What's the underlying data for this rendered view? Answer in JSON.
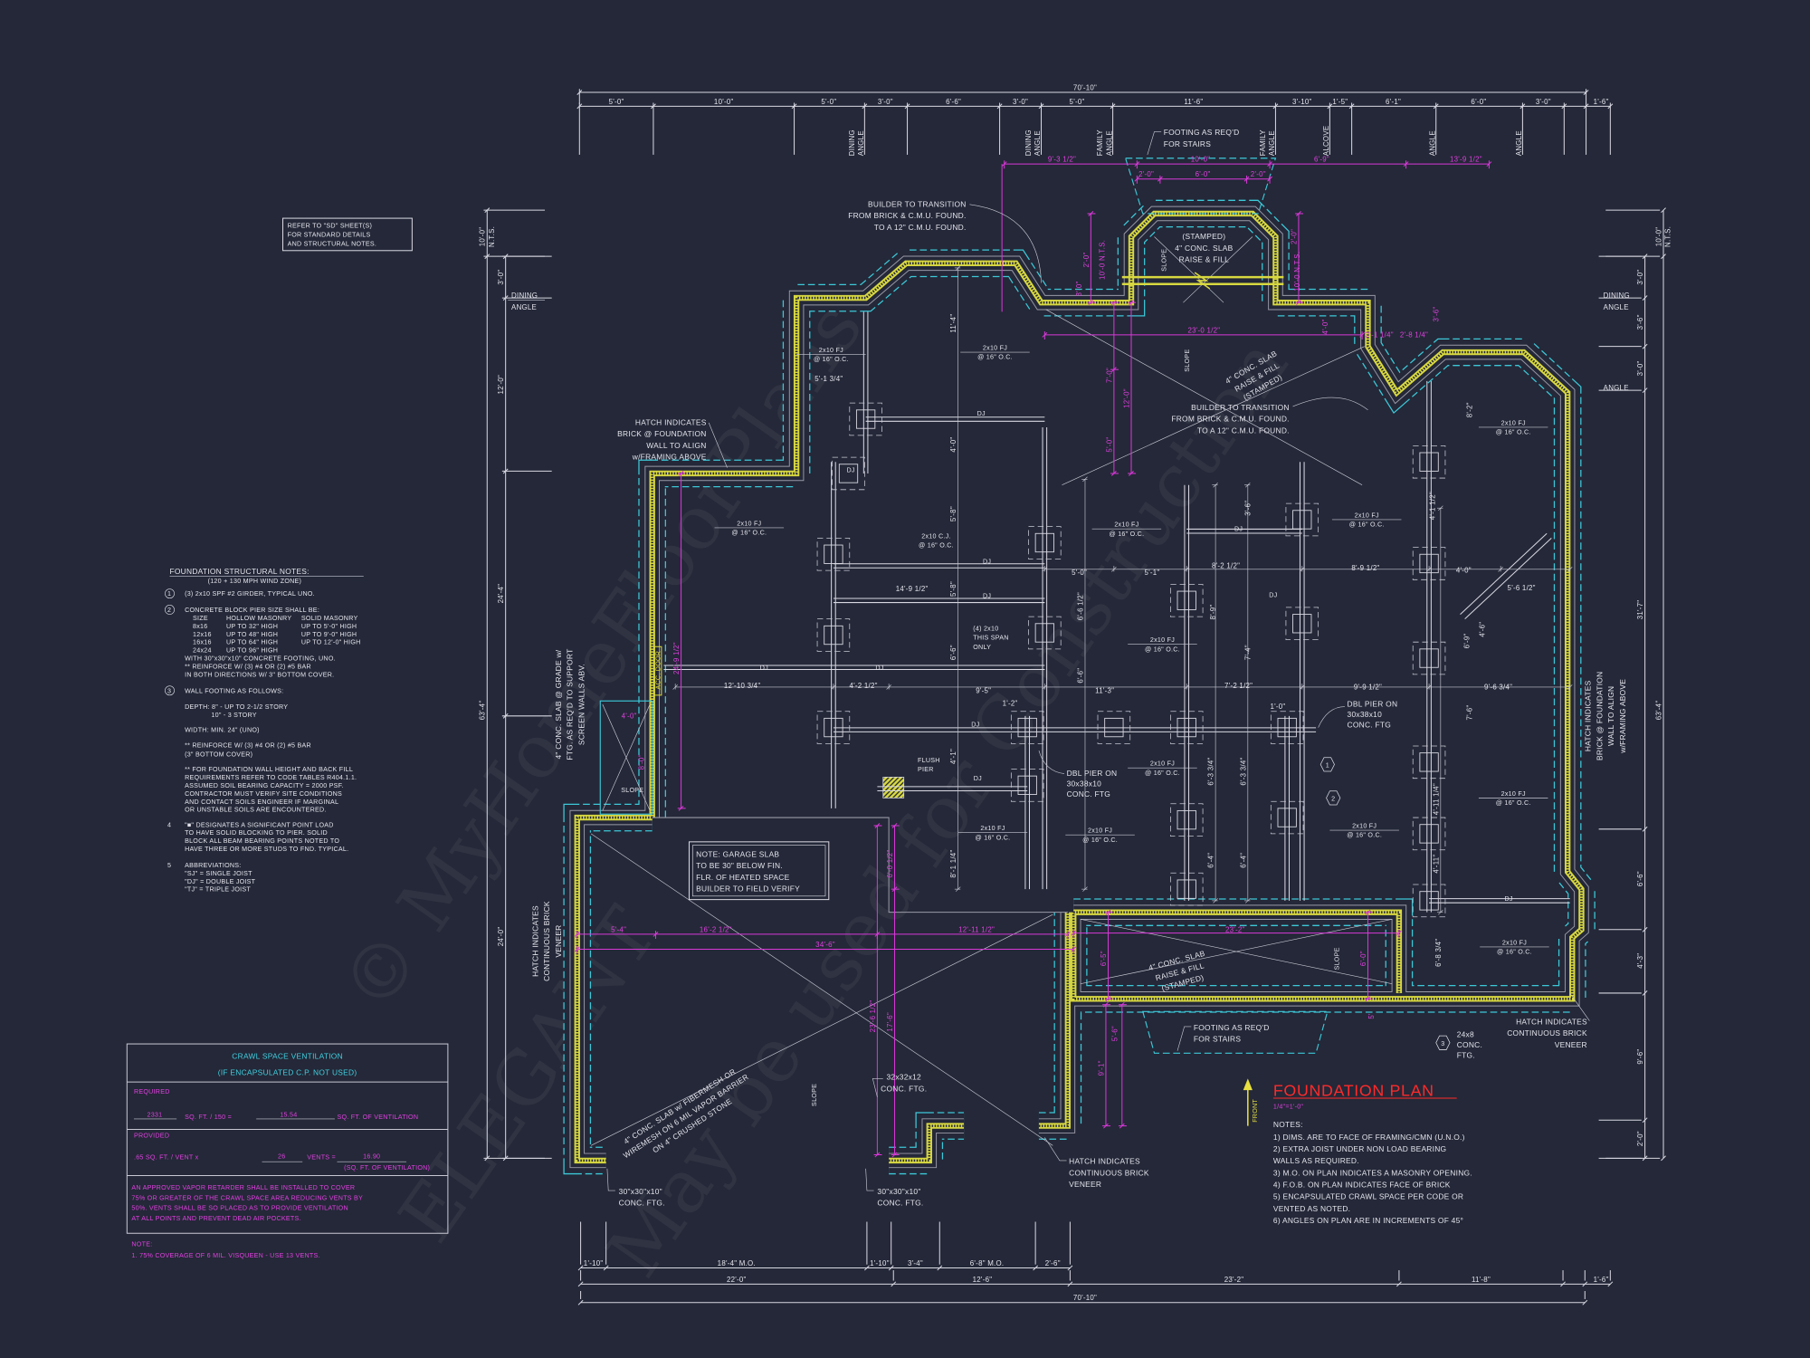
{
  "sheet": {
    "title": "FOUNDATION PLAN",
    "scale": "1/4\"=1'-0\"",
    "front_label": "FRONT",
    "notes_heading": "NOTES:",
    "notes": [
      "1)  DIMS. ARE TO FACE OF FRAMING/CMN (U.N.O.)",
      "2) EXTRA JOIST UNDER NON LOAD BEARING",
      "    WALLS AS REQUIRED.",
      "3) M.O. ON PLAN INDICATES A MASONRY OPENING.",
      "4) F.O.B. ON PLAN INDICATES FACE OF BRICK",
      "5) ENCAPSULATED CRAWL SPACE PER CODE OR",
      "    VENTED AS NOTED.",
      "6) ANGLES ON PLAN ARE IN INCREMENTS OF 45°"
    ]
  },
  "refer_box": [
    "REFER TO \"SD\" SHEET(S)",
    "FOR STANDARD DETAILS",
    "AND STRUCTURAL NOTES."
  ],
  "structural_notes": {
    "title": "FOUNDATION STRUCTURAL NOTES:",
    "subtitle": "(120 + 130 MPH WIND ZONE)",
    "markers": [
      "1",
      "2",
      "3",
      "4",
      "5"
    ],
    "item1": "(3) 2x10 SPF #2 GIRDER, TYPICAL UNO.",
    "item2": "CONCRETE BLOCK PIER SIZE SHALL BE:",
    "pier_table": {
      "headers": [
        "SIZE",
        "HOLLOW MASONRY",
        "SOLID MASONRY"
      ],
      "rows": [
        [
          "8x16",
          "UP TO 32\" HIGH",
          "UP TO 5'-0\" HIGH"
        ],
        [
          "12x16",
          "UP TO 48\" HIGH",
          "UP TO 9'-0\" HIGH"
        ],
        [
          "16x16",
          "UP TO 64\" HIGH",
          "UP TO 12'-0\" HIGH"
        ],
        [
          "24x24",
          "UP TO 96\" HIGH",
          ""
        ]
      ]
    },
    "item2_after": [
      "WITH 30\"x30\"x10\" CONCRETE FOOTING, UNO.",
      "** REINFORCE W/ (3) #4 OR (2) #5 BAR",
      "IN BOTH DIRECTIONS W/ 3\" BOTTOM COVER."
    ],
    "item3": [
      "WALL FOOTING AS FOLLOWS:",
      "DEPTH: 8\" - UP TO 2-1/2 STORY",
      "10\" - 3 STORY",
      "WIDTH:  MIN. 24\" (UNO)",
      "** REINFORCE W/ (3) #4 OR (2) #5 BAR",
      "(3\" BOTTOM COVER)",
      "** FOR FOUNDATION WALL HEIGHT AND BACK FILL",
      "REQUIREMENTS REFER TO CODE TABLES R404.1.1.",
      "ASSUMED SOIL BEARING CAPACITY = 2000 PSF.",
      "CONTRACTOR MUST VERIFY SITE CONDITIONS",
      "AND CONTACT SOILS ENGINEER IF MARGINAL",
      "OR UNSTABLE SOILS ARE ENCOUNTERED."
    ],
    "item4": [
      "\"■\" DESIGNATES A SIGNIFICANT POINT LOAD",
      "TO HAVE SOLID BLOCKING TO PIER.  SOLID",
      "BLOCK ALL BEAM BEARING POINTS NOTED TO",
      "HAVE THREE OR MORE STUDS TO FND. TYPICAL."
    ],
    "item5": [
      "ABBREVIATIONS:",
      "\"SJ\" = SINGLE JOIST",
      "\"DJ\" = DOUBLE JOIST",
      "\"TJ\" = TRIPLE JOIST"
    ]
  },
  "crawl_space": {
    "title": "CRAWL SPACE VENTILATION",
    "subtitle": "(IF ENCAPSULATED C.P. NOT USED)",
    "required_label": "REQUIRED",
    "area": "2331",
    "area_text": "SQ. FT. / 150 =",
    "required_vent": "15.54",
    "required_unit": "SQ. FT. OF VENTILATION",
    "provided_label": "PROVIDED",
    "per_vent_text": ".65 SQ. FT. / VENT x",
    "vents": "26",
    "vents_text": "VENTS =",
    "provided_vent": "16.90",
    "provided_unit": "(SQ. FT. OF VENTILATION)",
    "retarder": [
      "AN APPROVED VAPOR RETARDER SHALL BE INSTALLED TO COVER",
      "75% OR GREATER OF THE CRAWL SPACE AREA REDUCING VENTS BY",
      "50%. VENTS SHALL BE SO PLACED AS TO PROVIDE VENTILATION",
      "AT ALL POINTS AND PREVENT DEAD AIR POCKETS."
    ],
    "note_heading": "NOTE:",
    "note": "1.  75% COVERAGE OF 6 MIL. VISQUEEN - USE 13 VENTS."
  },
  "dims": {
    "top_overall": "70'-10\"",
    "top_segments": [
      "5'-0\"",
      "10'-0\"",
      "5'-0\"",
      "3'-0\"",
      "6'-6\"",
      "3'-0\"",
      "5'-0\"",
      "11'-6\"",
      "3'-10\"",
      "1'-5\"",
      "6'-1\"",
      "6'-0\"",
      "3'-0\"",
      "1'-6\""
    ],
    "top_tags": [
      [
        "DINING",
        "ANGLE"
      ],
      [
        "DINING",
        "ANGLE"
      ],
      [
        "FAMILY",
        "ANGLE"
      ],
      [
        "FAMILY",
        "ANGLE"
      ],
      [
        "ALCOVE"
      ],
      [
        "ANGLE"
      ],
      [
        "ANGLE"
      ]
    ],
    "bottom_row1": [
      "1'-10\"",
      "18'-4\" M.O.",
      "1'-10\"",
      "3'-4\"",
      "6'-8\" M.O.",
      "2'-6\""
    ],
    "bottom_row2": [
      "22'-0\"",
      "12'-6\"",
      "23'-2\"",
      "11'-8\"",
      "1'-6\""
    ],
    "bottom_overall": "70'-10\"",
    "left_outer": [
      "10'-0\"",
      "N.T.S.",
      "63'-4\""
    ],
    "left_inner": [
      "3'-0\"",
      "12'-0\"",
      "24'-4\"",
      "24'-0\""
    ],
    "left_tag": [
      "DINING",
      "ANGLE"
    ],
    "right_outer": [
      "10'-0\"",
      "N.T.S.",
      "63'-4\""
    ],
    "right_inner": [
      "3'-0\"",
      "3'-6\"",
      "3'-0\"",
      "31'-7\"",
      "6'-6\"",
      "4'-3\"",
      "9'-6\"",
      "2'-0\""
    ],
    "right_tags": [
      [
        "DINING",
        "ANGLE"
      ],
      [
        "ANGLE"
      ]
    ]
  },
  "magenta_dims": [
    "9'-3 1/2\"",
    "10'-0\"",
    "6'-9\"",
    "13'-9 1/2\"",
    "2'-0\"",
    "6'-0\"",
    "2'-0\"",
    "23'-0 1/2\"",
    "2'-0\"",
    "10'-0 N.T.S.",
    "2'-0\"",
    "10'-0 N.T.S.",
    "3'-0\"",
    "7'-0\"",
    "12'-0\"",
    "5'-0\"",
    "5'-4\"",
    "16'-2 1/2\"",
    "12'-11 1/2\"",
    "34'-6\"",
    "6'-0 1/2\"",
    "17'-6\"",
    "23'-6 1/2\"",
    "23'-2\"",
    "6'-5\"",
    "6'-0\"",
    "5'-6\"",
    "9'-1\"",
    "24'-9 1/2\"",
    "4'-0\"",
    "8'-0\"",
    "2'-1 1/4\"",
    "2'-8 1/4\"",
    "3'-6\"",
    "4'-0\"",
    "5'"
  ],
  "interior_dims": [
    "11'-4\"",
    "4'-0\"",
    "5'-8\"",
    "5'-8\"",
    "6'-6\"",
    "4'-1\"",
    "8'-1 1/4\"",
    "5'-1 3/4\"",
    "14'-9 1/2\"",
    "5'-0\"",
    "5'-1\"",
    "8'-2 1/2\"",
    "8'-9 1/2\"",
    "4'-0\"",
    "12'-10 3/4\"",
    "4'-2 1/2\"",
    "9'-5\"",
    "11'-3\"",
    "7'-2 1/2\"",
    "9'-9 1/2\"",
    "9'-6 3/4\"",
    "1'-2\"",
    "1'-0\"",
    "6'-6 1/2\"",
    "6'-6\"",
    "6'-9\"",
    "7'-6\"",
    "7'-4\"",
    "8'-9\"",
    "3'-6\"",
    "6'-3 3/4\"",
    "6'-3 3/4\"",
    "6'-4\"",
    "6'-4\"",
    "4'-11 1/4\"",
    "4'-11\"",
    "6'-8 3/4\"",
    "4'-1 1/2\"",
    "8'-2\"",
    "4'-6\"",
    "5'-6 1/2\""
  ],
  "labels": {
    "joist_fj": [
      "2x10 FJ",
      "@ 16\" O.C."
    ],
    "joist_cj": [
      "2x10 C.J.",
      "@ 16\" O.C."
    ],
    "dj": "DJ",
    "slope": "SLOPE",
    "builder_transition": [
      "BUILDER TO TRANSITION",
      "FROM BRICK & C.M.U. FOUND.",
      "TO A 12\" C.M.U. FOUND."
    ],
    "footing_stairs": [
      "FOOTING AS REQ'D",
      "FOR STAIRS"
    ],
    "bay_slab": [
      "(STAMPED)",
      "4\" CONC. SLAB",
      "RAISE & FILL"
    ],
    "stamped_slab": [
      "4\" CONC. SLAB",
      "RAISE & FILL",
      "(STAMPED)"
    ],
    "hatch_align": [
      "HATCH INDICATES",
      "BRICK @ FOUNDATION",
      "WALL TO ALIGN",
      "w/FRAMING ABOVE"
    ],
    "hatch_veneer": [
      "HATCH INDICATES",
      "CONTINUOUS BRICK",
      "VENEER"
    ],
    "screen_slab": [
      "4\" CONC. SLAB @ GRADE w/",
      "FTG. AS REQ'D TO SUPPORT",
      "SCREEN WALLS ABV."
    ],
    "garage_note": [
      "NOTE: GARAGE SLAB",
      "TO BE 30\" BELOW FIN.",
      "FLR. OF HEATED SPACE",
      "BUILDER TO FIELD VERIFY"
    ],
    "garage_slab": [
      "4\" CONC. SLAB w/ FIBERMESH OR",
      "WIREMESH ON 6 MIL VAPOR BARRIER",
      "ON 4\" CRUSHED STONE"
    ],
    "ftg_32": [
      "32x32x12",
      "CONC. FTG."
    ],
    "ftg_30": [
      "30\"x30\"x10\"",
      "CONC. FTG."
    ],
    "ftg_24": [
      "24x8",
      "CONC.",
      "FTG."
    ],
    "dbl_pier": [
      "DBL PIER ON",
      "30x38x10",
      "CONC. FTG"
    ],
    "flush_pier": [
      "FLUSH",
      "PIER"
    ],
    "span": [
      "(4) 2x10",
      "THIS SPAN",
      "ONLY"
    ],
    "acc_door": "ACC. DOOR",
    "markers": [
      "1",
      "2",
      "3"
    ]
  },
  "watermark": [
    "© MyHomeFloorPlans",
    "ELEGANT",
    "May be used for Construction"
  ],
  "colors": {
    "background": "#242838",
    "wall": "#d8d840",
    "footing": "#3cc8d8",
    "dimension": "#d838d8",
    "title": "#ff2a2a"
  }
}
